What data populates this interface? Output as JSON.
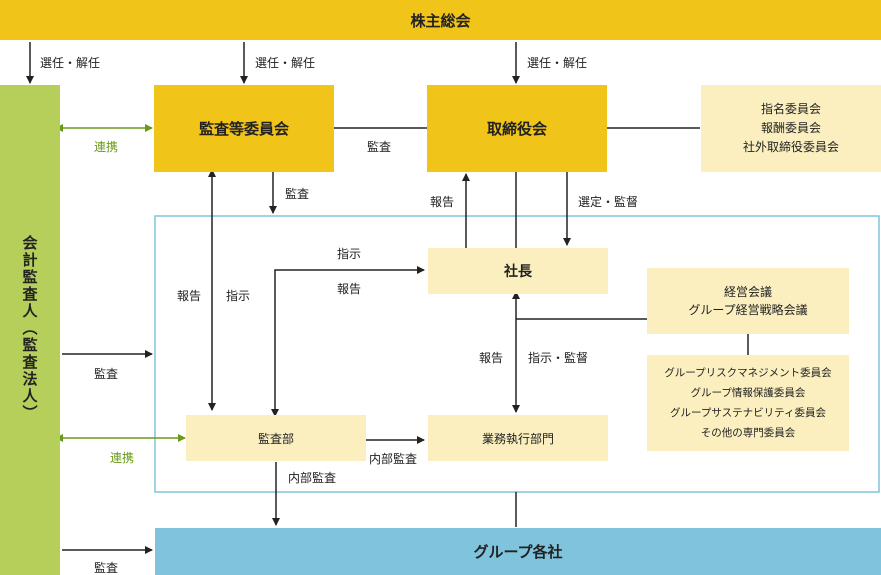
{
  "boxes": {
    "shareholders": "株主総会",
    "audit_committee": "監査等委員会",
    "board": "取締役会",
    "committees": [
      "指名委員会",
      "報酬委員会",
      "社外取締役委員会"
    ],
    "auditor": "会計監査人（監査法人）",
    "president": "社長",
    "management": [
      "経営会議",
      "グループ経営戦略会議"
    ],
    "risk_committees": [
      "グループリスクマネジメント委員会",
      "グループ情報保護委員会",
      "グループサステナビリティ委員会",
      "その他の専門委員会"
    ],
    "audit_dept": "監査部",
    "business_div": "業務執行部門",
    "group": "グループ各社"
  },
  "labels": {
    "elect1": "選任・解任",
    "elect2": "選任・解任",
    "elect3": "選任・解任",
    "renkei1": "連携",
    "renkei2": "連携",
    "kansa_ac_board": "監査",
    "kansa_ac_down": "監査",
    "houkoku_board": "報告",
    "sentei": "選定・監督",
    "houkoku_ac": "報告",
    "shiji_ac": "指示",
    "shiji_top": "指示",
    "houkoku_top": "報告",
    "houkoku_pres": "報告",
    "shiji_kantoku": "指示・監督",
    "kansa_aud1": "監査",
    "kansa_aud2": "監査",
    "naibu1": "内部監査",
    "naibu2": "内部監査"
  },
  "colors": {
    "gold": "#f0c419",
    "cream": "#fbefc0",
    "green": "#b5cf5a",
    "blue": "#7fc4dc",
    "arrow_green": "#6a9a18"
  }
}
